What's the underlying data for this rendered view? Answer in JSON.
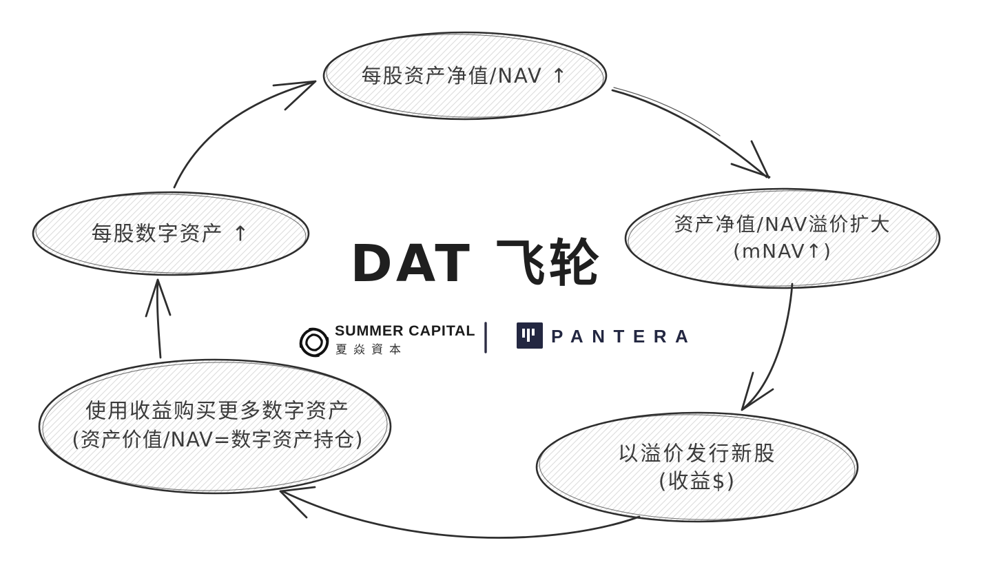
{
  "title": "DAT 飞轮",
  "nodes": {
    "top": {
      "line1": "每股资产净值/NAV ↑"
    },
    "right": {
      "line1": "资产净值/NAV溢价扩大",
      "line2": "(mNAV↑)"
    },
    "bottom_right": {
      "line1": "以溢价发行新股",
      "line2": "(收益$)"
    },
    "bottom_left": {
      "line1": "使用收益购买更多数字资产",
      "line2": "(资产价值/NAV=数字资产持仓)"
    },
    "left": {
      "line1": "每股数字资产 ↑"
    }
  },
  "branding": {
    "summer_capital": {
      "name": "SUMMER CAPITAL",
      "chinese_name": "夏焱資本"
    },
    "pantera": {
      "name": "PANTERA"
    }
  },
  "colors": {
    "background": "#ffffff",
    "ink": "#2e2e2e",
    "label_text": "#3b3b3b",
    "hatch": "#dcdcdc",
    "pantera_navy": "#232741"
  }
}
